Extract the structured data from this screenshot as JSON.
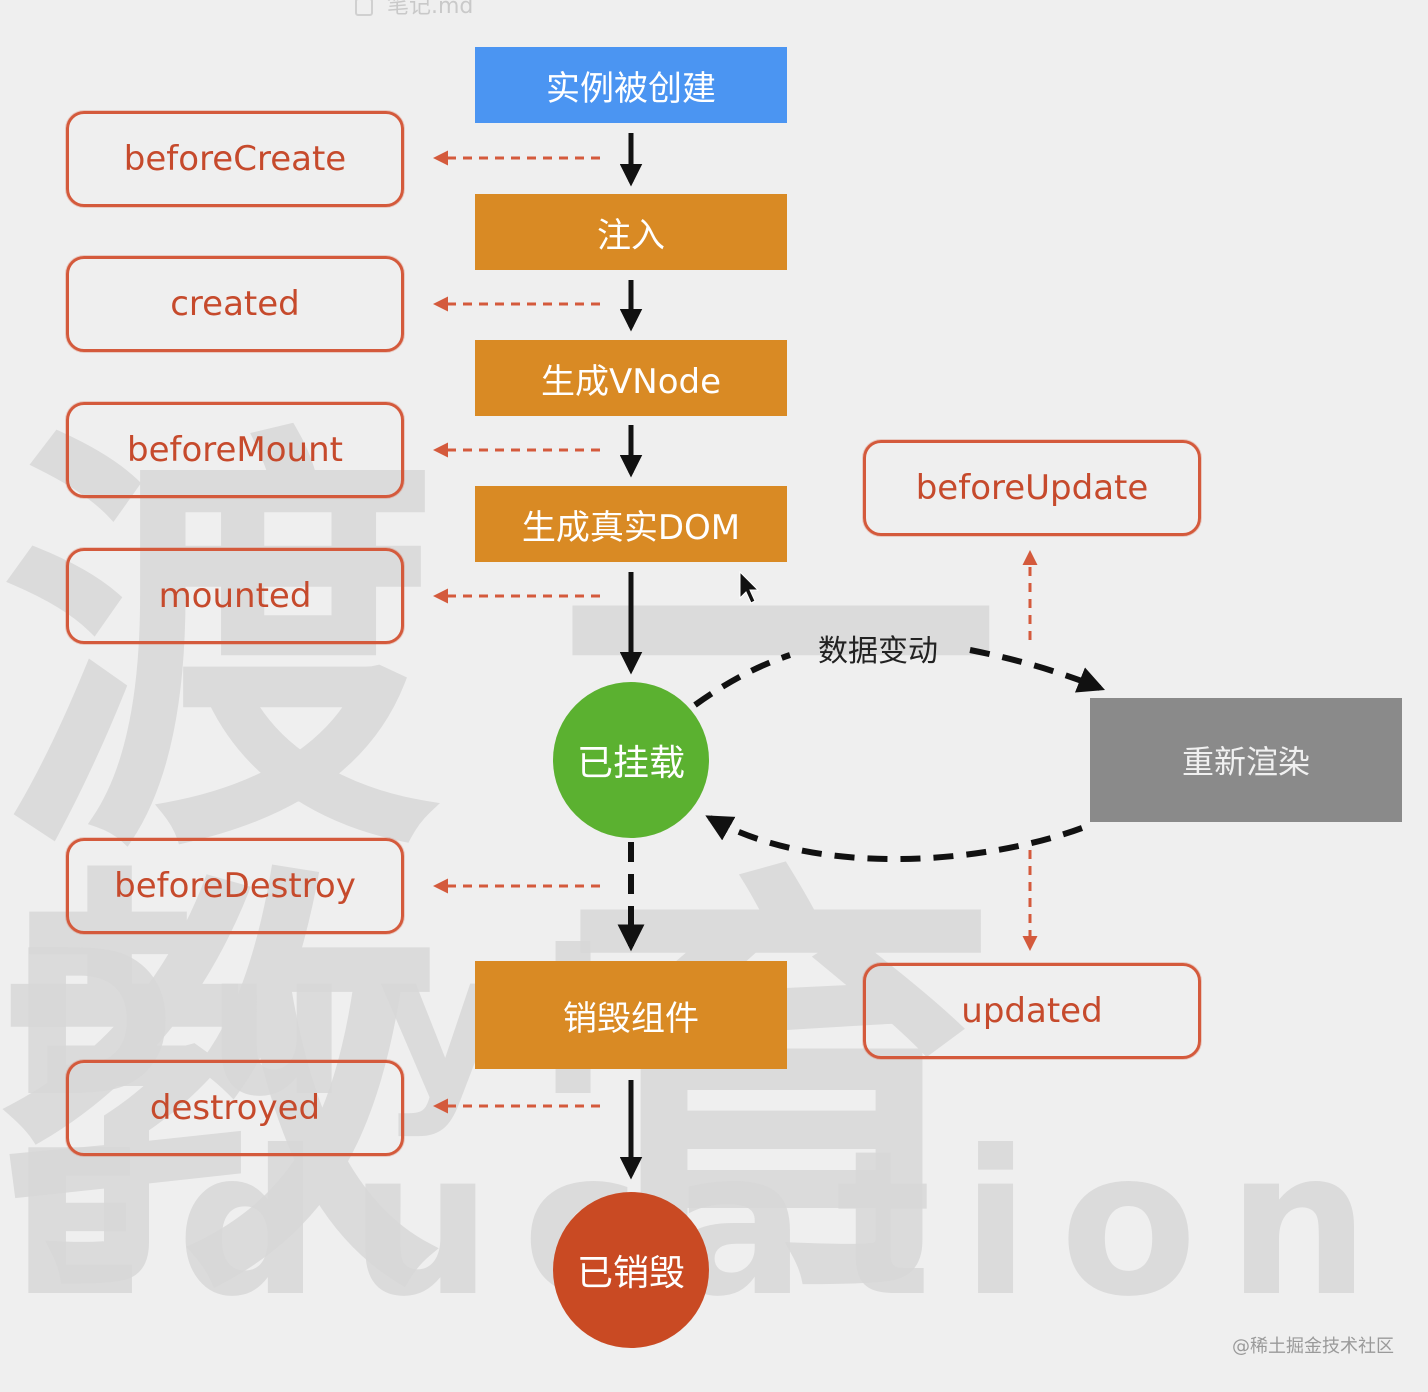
{
  "file_tab": {
    "label": "笔记.md"
  },
  "watermark": {
    "chinese": "渡一教育",
    "english": "Duyi Education"
  },
  "flow": {
    "created_instance": "实例被创建",
    "inject": "注入",
    "gen_vnode": "生成VNode",
    "gen_dom": "生成真实DOM",
    "mounted_state": "已挂载",
    "destroy_component": "销毁组件",
    "destroyed_state": "已销毁"
  },
  "hooks": {
    "before_create": "beforeCreate",
    "created": "created",
    "before_mount": "beforeMount",
    "mounted": "mounted",
    "before_destroy": "beforeDestroy",
    "destroyed": "destroyed",
    "before_update": "beforeUpdate",
    "updated": "updated"
  },
  "update_cycle": {
    "data_change": "数据变动",
    "rerender": "重新渲染"
  },
  "credit": "@稀土掘金技术社区",
  "colors": {
    "start_step": "#4b95f2",
    "process_step": "#d98a24",
    "hook_border": "#d45a3c",
    "mounted_state": "#5bb130",
    "destroyed_state": "#c94a23",
    "rerender": "#8a8a8a"
  }
}
